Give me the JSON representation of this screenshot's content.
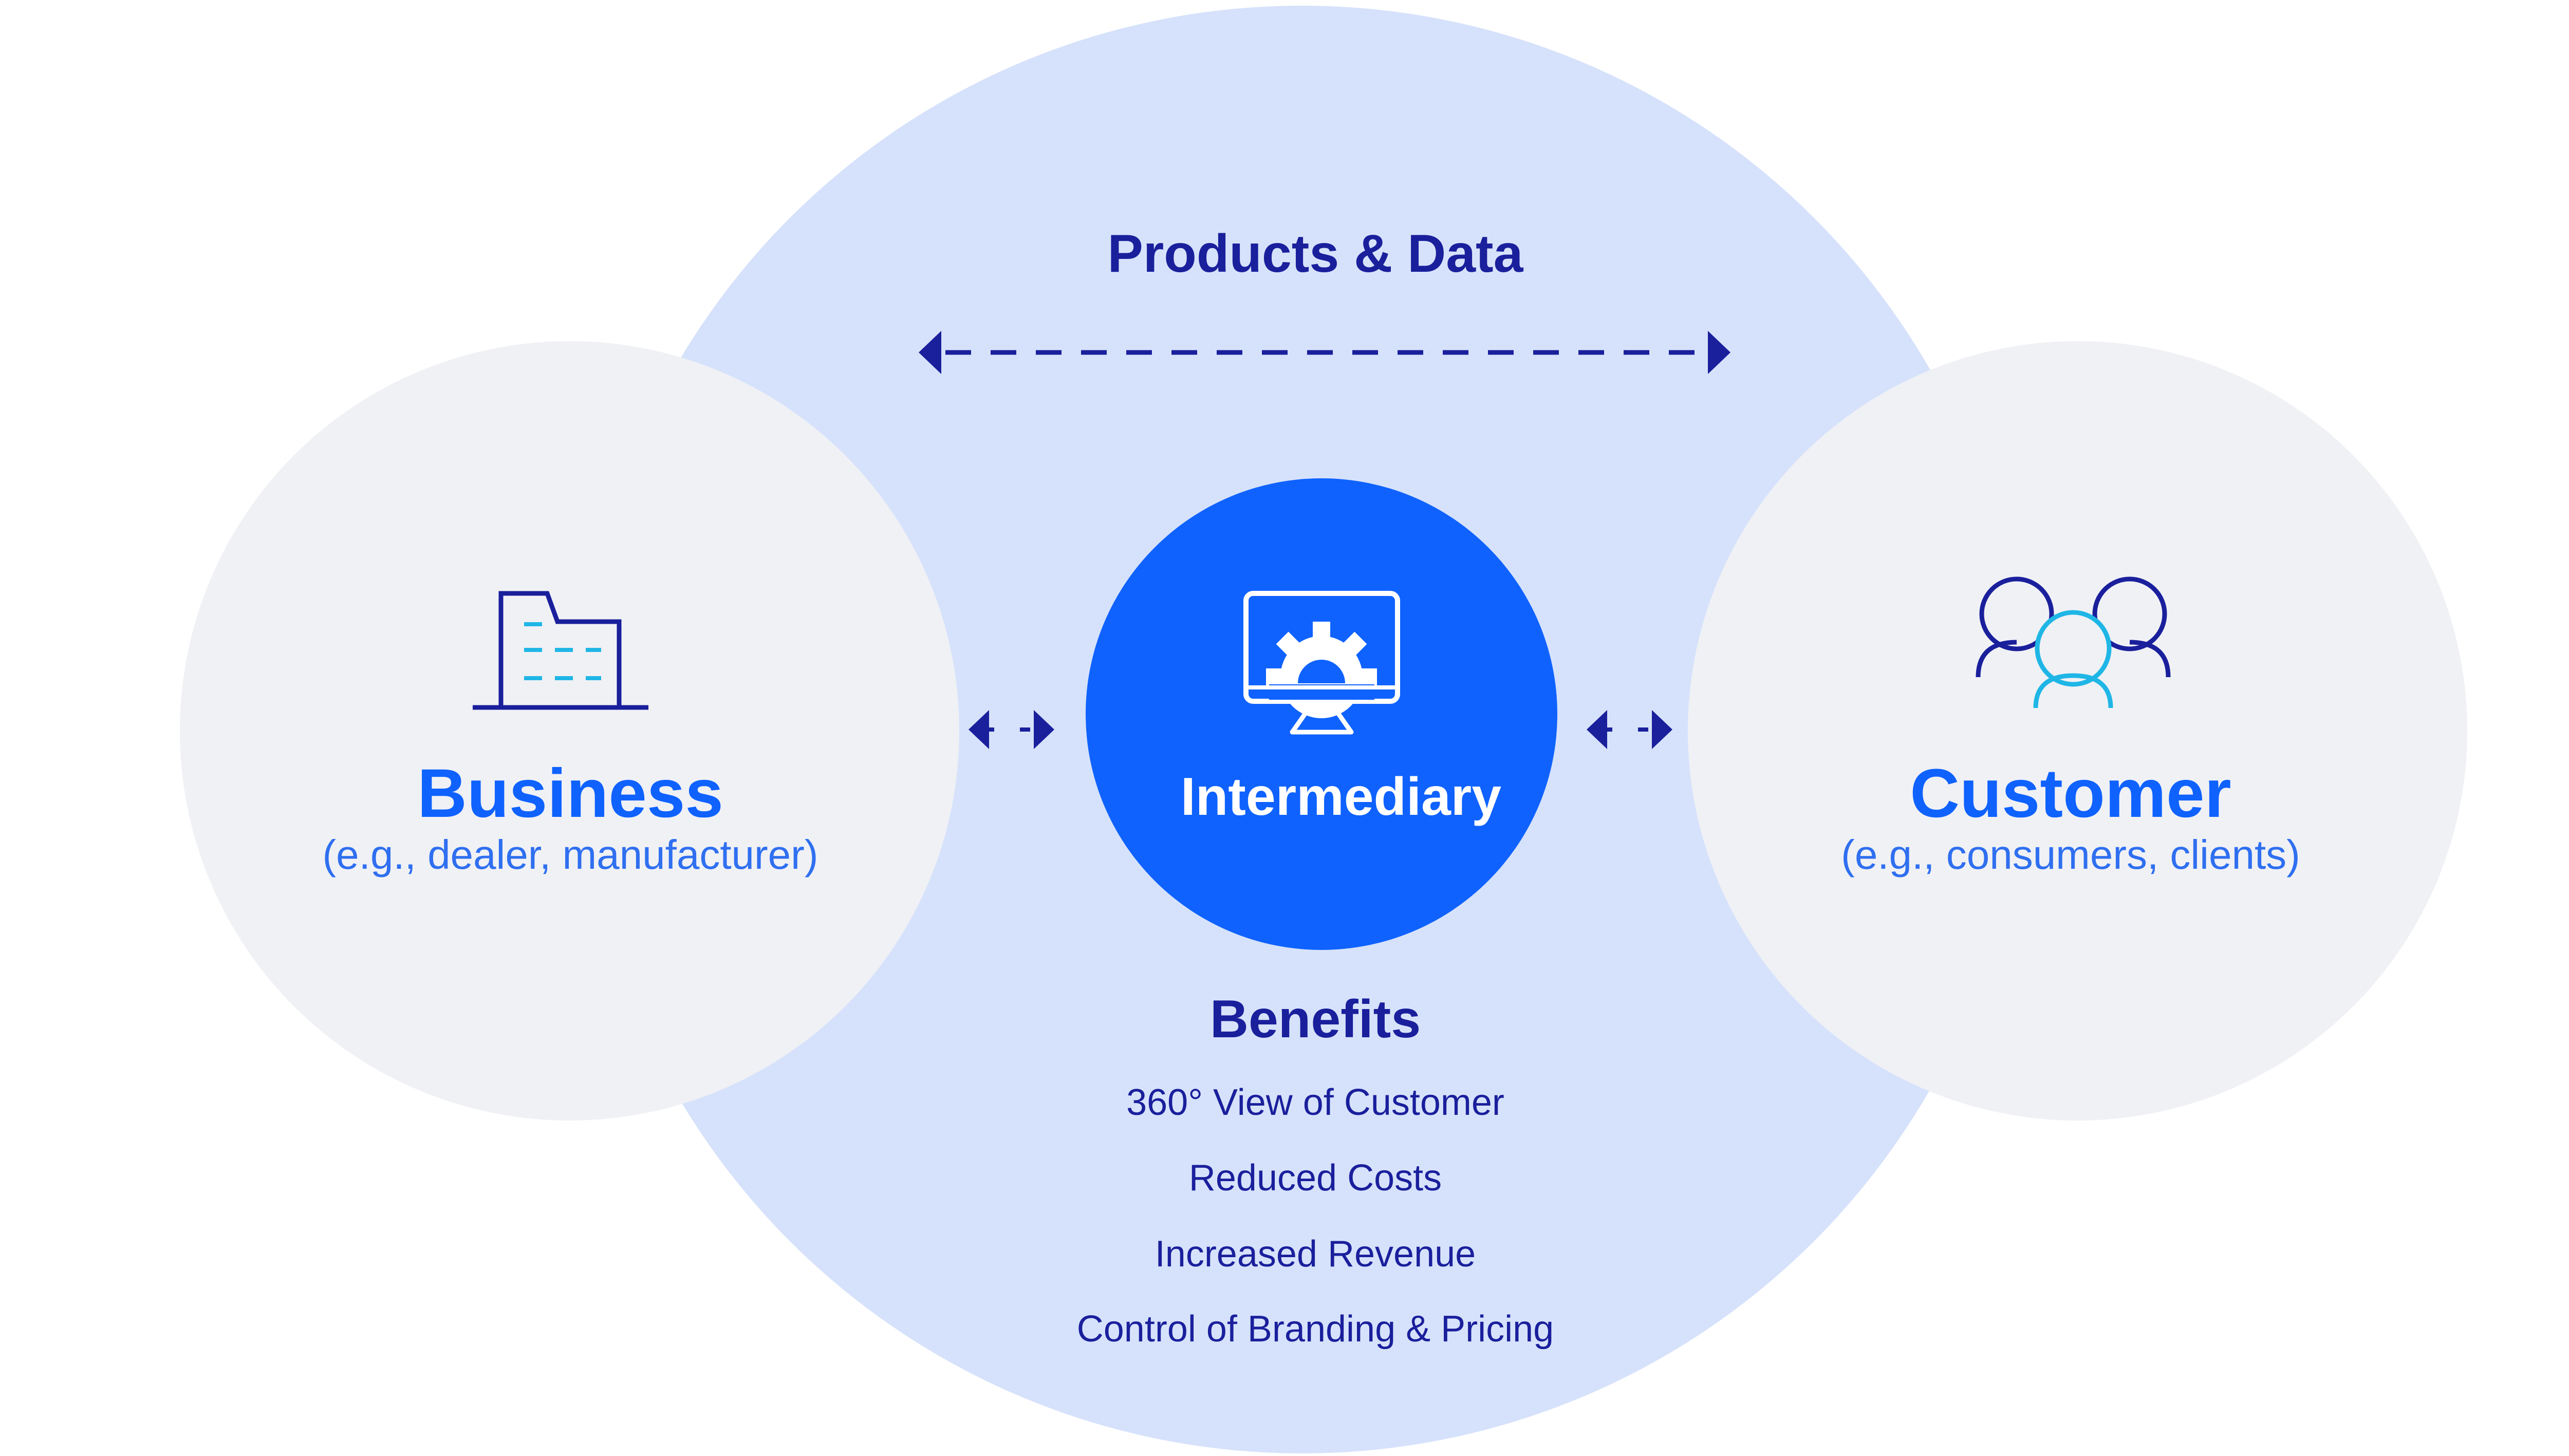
{
  "flow": {
    "title": "Products & Data"
  },
  "business": {
    "name": "Business",
    "subtitle": "(e.g., dealer, manufacturer)",
    "icon": "building-icon"
  },
  "intermediary": {
    "name": "Intermediary",
    "icon": "monitor-gear-icon"
  },
  "customer": {
    "name": "Customer",
    "subtitle": "(e.g., consumers, clients)",
    "icon": "users-icon"
  },
  "benefits": {
    "title": "Benefits",
    "items": [
      "360° View of Customer",
      "Reduced Costs",
      "Increased Revenue",
      "Control of Branding & Pricing"
    ]
  },
  "colors": {
    "big_circle": "#d6e2fb",
    "side_circles": "#f0f1f5",
    "accent_blue": "#0f62fe",
    "navy": "#1a1f9c",
    "cyan": "#1fb6e6"
  }
}
